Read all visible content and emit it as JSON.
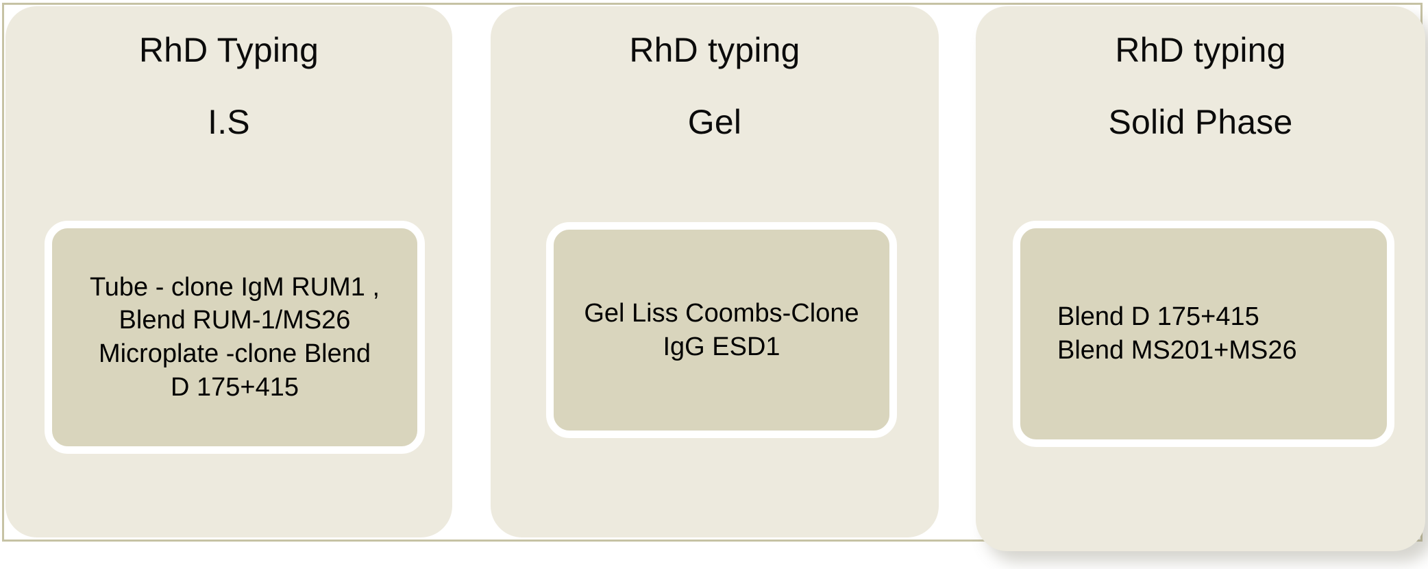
{
  "frame": {
    "border_color": "#c6c2a4",
    "background": "#ffffff"
  },
  "theme": {
    "panel_fill": "#edeade",
    "inner_fill": "#d9d5bd",
    "inner_ring": "#ffffff",
    "text_color": "#000000"
  },
  "panels": [
    {
      "heading_line_1": "RhD Typing",
      "heading_line_2": "I.S",
      "detail_text": "Tube - clone IgM RUM1 ,\nBlend RUM-1/MS26\nMicroplate -clone Blend\nD 175+415",
      "detail_align": "center"
    },
    {
      "heading_line_1": "RhD typing",
      "heading_line_2": "Gel",
      "detail_text": "Gel Liss Coombs-Clone\nIgG ESD1",
      "detail_align": "center"
    },
    {
      "heading_line_1": "RhD typing",
      "heading_line_2": "Solid Phase",
      "detail_text": "Blend  D 175+415\nBlend MS201+MS26",
      "detail_align": "left"
    }
  ]
}
